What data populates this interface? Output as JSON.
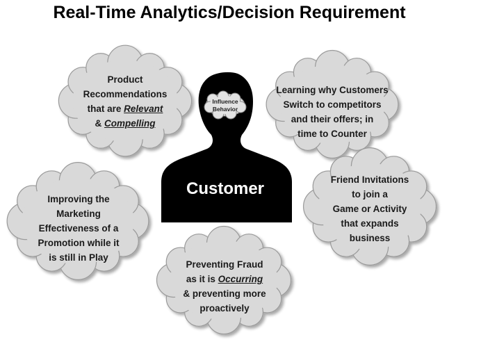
{
  "title": "Real-Time Analytics/Decision Requirement",
  "center": {
    "label": "Customer",
    "thought_line1": "Influence",
    "thought_line2": "Behavior"
  },
  "clouds": [
    {
      "id": "product",
      "lines": [
        {
          "parts": [
            {
              "t": "Product"
            }
          ]
        },
        {
          "parts": [
            {
              "t": "Recommendations"
            }
          ]
        },
        {
          "parts": [
            {
              "t": "that are "
            },
            {
              "t": "Relevant",
              "em": true
            }
          ]
        },
        {
          "parts": [
            {
              "t": "& "
            },
            {
              "t": "Compelling",
              "em": true
            }
          ]
        }
      ]
    },
    {
      "id": "learning",
      "lines": [
        {
          "parts": [
            {
              "t": "Learning why Customers"
            }
          ]
        },
        {
          "parts": [
            {
              "t": "Switch to competitors"
            }
          ]
        },
        {
          "parts": [
            {
              "t": "and their offers; in"
            }
          ]
        },
        {
          "parts": [
            {
              "t": "time to Counter"
            }
          ]
        }
      ]
    },
    {
      "id": "friend",
      "lines": [
        {
          "parts": [
            {
              "t": "Friend Invitations"
            }
          ]
        },
        {
          "parts": [
            {
              "t": "to join a"
            }
          ]
        },
        {
          "parts": [
            {
              "t": "Game or Activity"
            }
          ]
        },
        {
          "parts": [
            {
              "t": "that expands"
            }
          ]
        },
        {
          "parts": [
            {
              "t": "business"
            }
          ]
        }
      ]
    },
    {
      "id": "improving",
      "lines": [
        {
          "parts": [
            {
              "t": "Improving the"
            }
          ]
        },
        {
          "parts": [
            {
              "t": "Marketing"
            }
          ]
        },
        {
          "parts": [
            {
              "t": "Effectiveness of a"
            }
          ]
        },
        {
          "parts": [
            {
              "t": "Promotion while it"
            }
          ]
        },
        {
          "parts": [
            {
              "t": "is still in Play"
            }
          ]
        }
      ]
    },
    {
      "id": "fraud",
      "lines": [
        {
          "parts": [
            {
              "t": "Preventing Fraud"
            }
          ]
        },
        {
          "parts": [
            {
              "t": "as it is "
            },
            {
              "t": "Occurring",
              "em": true
            }
          ]
        },
        {
          "parts": [
            {
              "t": "& preventing more"
            }
          ]
        },
        {
          "parts": [
            {
              "t": "proactively"
            }
          ]
        }
      ]
    }
  ],
  "colors": {
    "cloud_fill": "#d9d9d9",
    "cloud_stroke": "#9a9a9a",
    "silhouette": "#000000"
  }
}
